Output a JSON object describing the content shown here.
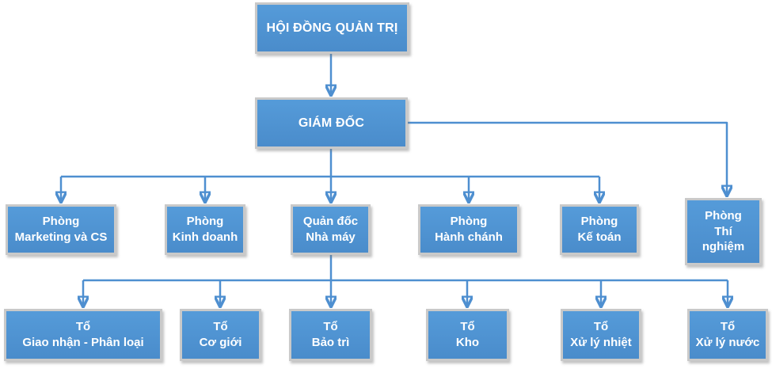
{
  "diagram": {
    "type": "org-chart",
    "colors": {
      "node_fill": "#4e92d2",
      "node_border": "#c9c9c9",
      "connector": "#4e8fd0",
      "text": "#ffffff",
      "background": "#ffffff"
    },
    "nodes": {
      "board": {
        "label": "HỘI ĐỒNG QUẢN TRỊ",
        "line1": "HỘI ĐỒNG QUẢN TRỊ"
      },
      "director": {
        "label": "GIÁM ĐỐC",
        "line1": "GIÁM ĐỐC"
      },
      "marketing": {
        "label": "Phòng Marketing và CS",
        "line1": "Phòng",
        "line2": "Marketing và CS"
      },
      "kinh_doanh": {
        "label": "Phòng Kinh doanh",
        "line1": "Phòng",
        "line2": "Kinh doanh"
      },
      "quan_doc": {
        "label": "Quản đốc Nhà máy",
        "line1": "Quản đốc",
        "line2": "Nhà máy"
      },
      "hanh_chanh": {
        "label": "Phòng Hành chánh",
        "line1": "Phòng",
        "line2": "Hành chánh"
      },
      "ke_toan": {
        "label": "Phòng Kế toán",
        "line1": "Phòng",
        "line2": "Kế toán"
      },
      "thi_nghiem": {
        "label": "Phòng Thí nghiệm",
        "line1": "Phòng",
        "line2": "Thí",
        "line3": "nghiệm"
      },
      "giao_nhan": {
        "label": "Tổ Giao nhận - Phân loại",
        "line1": "Tổ",
        "line2": "Giao nhận - Phân loại"
      },
      "co_gioi": {
        "label": "Tổ Cơ giới",
        "line1": "Tổ",
        "line2": "Cơ giới"
      },
      "bao_tri": {
        "label": "Tổ Bảo trì",
        "line1": "Tổ",
        "line2": "Bảo trì"
      },
      "kho": {
        "label": "Tổ Kho",
        "line1": "Tổ",
        "line2": "Kho"
      },
      "xu_ly_nhiet": {
        "label": "Tổ Xử lý nhiệt",
        "line1": "Tổ",
        "line2": "Xử lý nhiệt"
      },
      "xu_ly_nuoc": {
        "label": "Tổ Xử lý nước",
        "line1": "Tổ",
        "line2": "Xử lý nước"
      }
    },
    "edges": [
      {
        "from": "board",
        "to": "director"
      },
      {
        "from": "director",
        "to": "marketing"
      },
      {
        "from": "director",
        "to": "kinh_doanh"
      },
      {
        "from": "director",
        "to": "quan_doc"
      },
      {
        "from": "director",
        "to": "hanh_chanh"
      },
      {
        "from": "director",
        "to": "ke_toan"
      },
      {
        "from": "director",
        "to": "thi_nghiem"
      },
      {
        "from": "quan_doc",
        "to": "giao_nhan"
      },
      {
        "from": "quan_doc",
        "to": "co_gioi"
      },
      {
        "from": "quan_doc",
        "to": "bao_tri"
      },
      {
        "from": "quan_doc",
        "to": "kho"
      },
      {
        "from": "quan_doc",
        "to": "xu_ly_nhiet"
      },
      {
        "from": "quan_doc",
        "to": "xu_ly_nuoc"
      }
    ]
  }
}
